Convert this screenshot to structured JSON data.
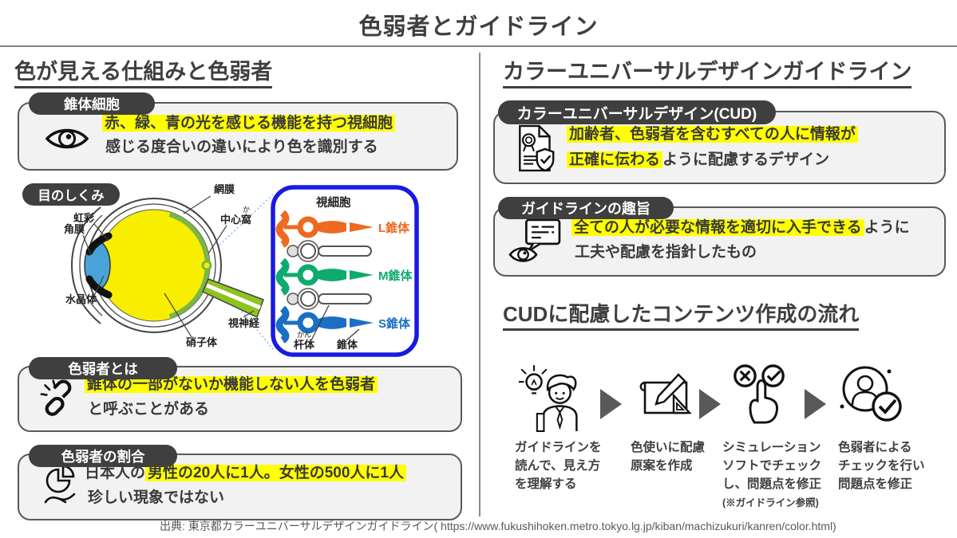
{
  "title": "色弱者とガイドライン",
  "source_line": "出典: 東京都カラーユニバーサルデザインガイドライン( https://www.fukushihoken.metro.tokyo.lg.jp/kiban/machizukuri/kanren/color.html)",
  "left": {
    "heading": "色が見える仕組みと色弱者",
    "cone_cells": {
      "badge": "錐体細胞",
      "line1_hl": "赤、緑、青の光を感じる機能を持つ視細胞",
      "line2": "感じる度合いの違いにより色を識別する"
    },
    "eye": {
      "badge": "目のしくみ",
      "labels": {
        "retina": "網膜",
        "fovea_furigana": "か",
        "fovea": "中心窩",
        "iris": "虹彩",
        "cornea": "角膜",
        "lens": "水晶体",
        "optic_nerve": "視神経",
        "vitreous": "硝子体"
      }
    },
    "photoreceptor": {
      "title": "視細胞",
      "l_cone": "L錐体",
      "m_cone": "M錐体",
      "s_cone": "S錐体",
      "rod_furigana": "かん",
      "rod": "杆体",
      "cone": "錐体"
    },
    "definition": {
      "badge": "色弱者とは",
      "line1_hl": "錐体の一部がないか機能しない人を色弱者",
      "line2": "と呼ぶことがある"
    },
    "ratio": {
      "badge": "色弱者の割合",
      "line1_plain": "日本人の",
      "line1_hl": "男性の20人に1人。女性の500人に1人",
      "line2": "珍しい現象ではない"
    }
  },
  "right": {
    "heading": "カラーユニバーサルデザインガイドライン",
    "cud": {
      "badge": "カラーユニバーサルデザイン(CUD)",
      "line1_hl": "加齢者、色弱者を含むすべての人に情報が",
      "line2_hl": "正確に伝わる",
      "line2_plain": "ように配慮するデザイン"
    },
    "purpose": {
      "badge": "ガイドラインの趣旨",
      "line1_hl": "全ての人が必要な情報を適切に入手できる",
      "line1_plain": "ように",
      "line2": "工夫や配慮を指針したもの"
    },
    "flow": {
      "heading": "CUDに配慮したコンテンツ作成の流れ",
      "steps": [
        {
          "icon": "person-lightbulb-icon",
          "label": "ガイドラインを\n読んで、見え方\nを理解する"
        },
        {
          "icon": "draft-pencil-icon",
          "label": "色使いに配慮\n原案を作成"
        },
        {
          "icon": "simulation-check-icon",
          "label": "シミュレーション\nソフトでチェック\nし、問題点を修正",
          "note": "(※ガイドライン参照)"
        },
        {
          "icon": "reviewer-check-icon",
          "label": "色弱者による\nチェックを行い\n問題点を修正"
        }
      ]
    }
  },
  "colors": {
    "highlight": "#ffff00",
    "badge_bg": "#3f3f3f",
    "box_bg": "#f2f2f2",
    "box_border": "#595959",
    "photoreceptor_border": "#1a1adf",
    "l_cone": "#ed6a1e",
    "m_cone": "#0faa6e",
    "s_cone": "#1a6fc4",
    "eye_yellow": "#f7ee00",
    "retina_green": "#7ab648",
    "lens_blue": "#4aa3d8",
    "arrow": "#595959"
  }
}
